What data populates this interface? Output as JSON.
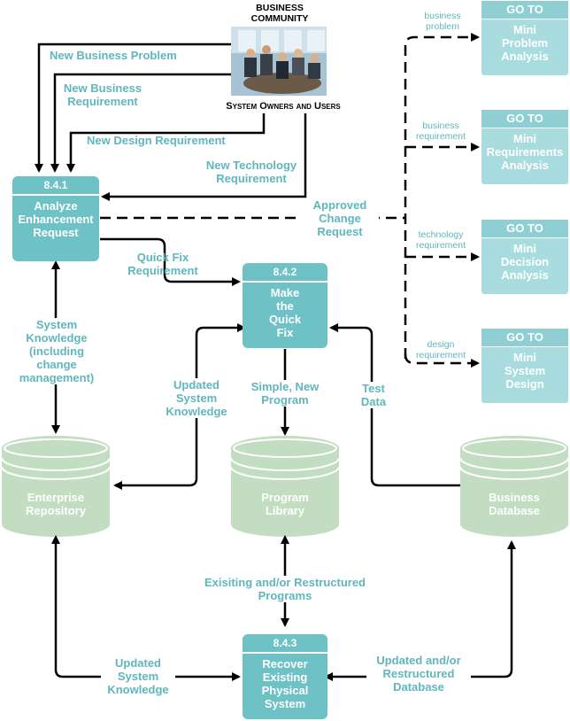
{
  "business_community": {
    "title_line1": "BUSINESS",
    "title_line2": "COMMUNITY",
    "subtitle": "System Owners and Users"
  },
  "processes": {
    "p841": {
      "id": "8.4.1",
      "name": [
        "Analyze",
        "Enhancement",
        "Request"
      ]
    },
    "p842": {
      "id": "8.4.2",
      "name": [
        "Make",
        "the",
        "Quick",
        "Fix"
      ]
    },
    "p843": {
      "id": "8.4.3",
      "name": [
        "Recover",
        "Existing",
        "Physical",
        "System"
      ]
    }
  },
  "goto_boxes": [
    {
      "header": "GO TO",
      "text": [
        "Mini",
        "Problem",
        "Analysis"
      ]
    },
    {
      "header": "GO TO",
      "text": [
        "Mini",
        "Requirements",
        "Analysis"
      ]
    },
    {
      "header": "GO TO",
      "text": [
        "Mini",
        "Decision",
        "Analysis"
      ]
    },
    {
      "header": "GO TO",
      "text": [
        "Mini",
        "System",
        "Design"
      ]
    }
  ],
  "goto_labels": [
    [
      "business",
      "problem"
    ],
    [
      "business",
      "requirement"
    ],
    [
      "technology",
      "requirement"
    ],
    [
      "design",
      "requirement"
    ]
  ],
  "stores": {
    "enterprise": [
      "Enterprise",
      "Repository"
    ],
    "program": [
      "Program",
      "Library"
    ],
    "business": [
      "Business",
      "Database"
    ]
  },
  "flows": {
    "new_business_problem": "New Business Problem",
    "new_business_requirement": [
      "New Business",
      "Requirement"
    ],
    "new_design_requirement": "New Design Requirement",
    "new_technology_requirement": [
      "New Technology",
      "Requirement"
    ],
    "approved_change_request": [
      "Approved",
      "Change",
      "Request"
    ],
    "quick_fix_requirement": [
      "Quick Fix",
      "Requirement"
    ],
    "system_knowledge": [
      "System",
      "Knowledge",
      "(including",
      "change",
      "management)"
    ],
    "updated_system_knowledge_mid": [
      "Updated",
      "System",
      "Knowledge"
    ],
    "simple_new_program": [
      "Simple, New",
      "Program"
    ],
    "test_data": [
      "Test",
      "Data"
    ],
    "existing_restructured_programs": [
      "Exisiting and/or Restructured",
      "Programs"
    ],
    "updated_system_knowledge_bottom": [
      "Updated",
      "System",
      "Knowledge"
    ],
    "updated_restructured_database": [
      "Updated and/or",
      "Restructured",
      "Database"
    ]
  },
  "colors": {
    "process_fill": "#6ec1c5",
    "goto_fill": "#a9dcde",
    "store_fill": "#c2ddc1",
    "label_text": "#5fb6bd",
    "line": "#000000"
  }
}
